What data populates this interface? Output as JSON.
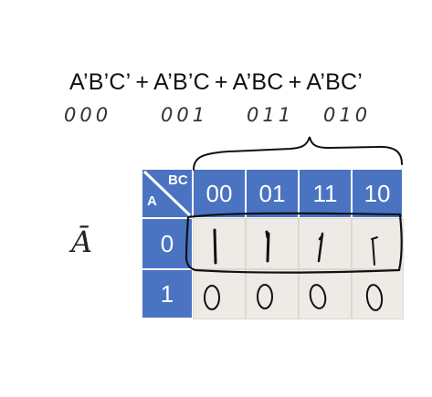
{
  "expression": {
    "term1": "A’B’C’",
    "term2": "A’B’C",
    "term3": "A’BC",
    "term4": "A’BC’",
    "plus": "+"
  },
  "binary_codes": [
    "000",
    "001",
    "011",
    "010"
  ],
  "kmap": {
    "corner_col_var": "BC",
    "corner_row_var": "A",
    "col_headers": [
      "00",
      "01",
      "11",
      "10"
    ],
    "row_headers": [
      "0",
      "1"
    ],
    "cells": [
      [
        "1",
        "1",
        "1",
        "1"
      ],
      [
        "0",
        "0",
        "0",
        "0"
      ]
    ]
  },
  "group_label": "Ā",
  "colors": {
    "header_blue": "#4a73c2",
    "cell_bg": "#eeebe6",
    "ink": "#111111"
  }
}
